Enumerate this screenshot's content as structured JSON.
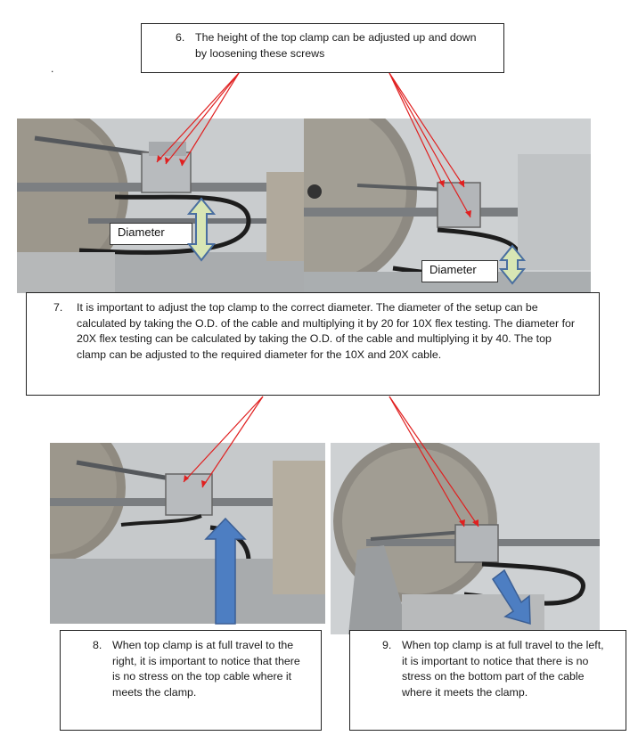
{
  "colors": {
    "arrow_red": "#e02020",
    "diameter_arrow_fill": "#d8e6b4",
    "diameter_arrow_stroke": "#4a6fa0",
    "big_arrow_blue": "#4d7ec2"
  },
  "stray_mark": ".",
  "step6": {
    "number": "6.",
    "text": "The height of the top clamp can be adjusted up and down by loosening these screws"
  },
  "step7": {
    "number": "7.",
    "text": "It is important to adjust the top clamp to the correct diameter.  The diameter of the setup can be calculated by taking the O.D. of the cable and multiplying it by 20 for 10X flex testing.  The diameter for 20X flex testing can be calculated by taking the O.D. of the cable and multiplying it by 40. The top clamp can be adjusted to the required diameter for the 10X and 20X cable."
  },
  "step8": {
    "number": "8.",
    "text": "When top clamp is at full travel to the right, it is important to notice that there is no stress on the top cable where it meets the clamp."
  },
  "step9": {
    "number": "9.",
    "text": "When top clamp is at full travel to the left, it is important to notice that there is no stress on the bottom part of the cable where it meets the clamp."
  },
  "photo_labels": {
    "left": "Diameter",
    "right": "Diameter"
  }
}
